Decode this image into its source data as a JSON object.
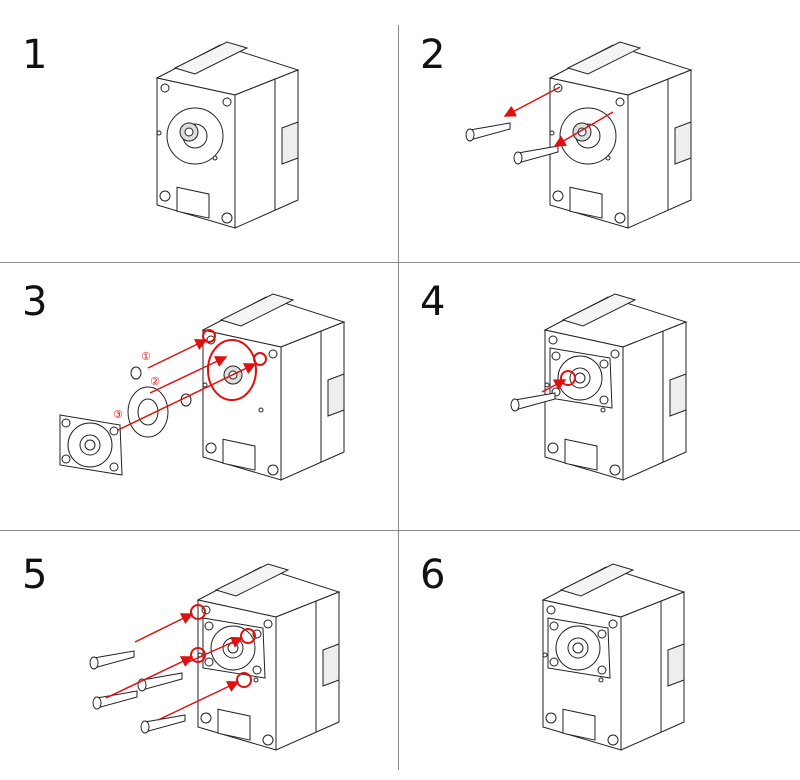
{
  "steps": [
    {
      "number": "1"
    },
    {
      "number": "2"
    },
    {
      "number": "3"
    },
    {
      "number": "4"
    },
    {
      "number": "5"
    },
    {
      "number": "6"
    }
  ],
  "step3_callouts": [
    "①",
    "②",
    "③"
  ],
  "colors": {
    "accent": "#e01010",
    "line": "#222222",
    "divider": "#8a8a8a"
  }
}
